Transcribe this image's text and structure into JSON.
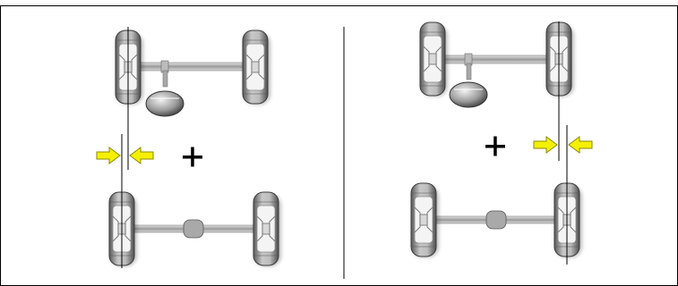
{
  "figure": {
    "panels": [
      {
        "id": "left",
        "symbol": "+",
        "axle_offset": "front-axle-shifted-right",
        "arrows_position": "left-line"
      },
      {
        "id": "right",
        "symbol": "+",
        "axle_offset": "rear-axle-shifted-left",
        "arrows_position": "right-line"
      }
    ],
    "colors": {
      "arrow_fill": "#f5f000",
      "arrow_stroke": "#8c8a00",
      "tire_dark": "#6f6f6f",
      "tire_light": "#d4d4d4",
      "line": "#000000"
    }
  }
}
